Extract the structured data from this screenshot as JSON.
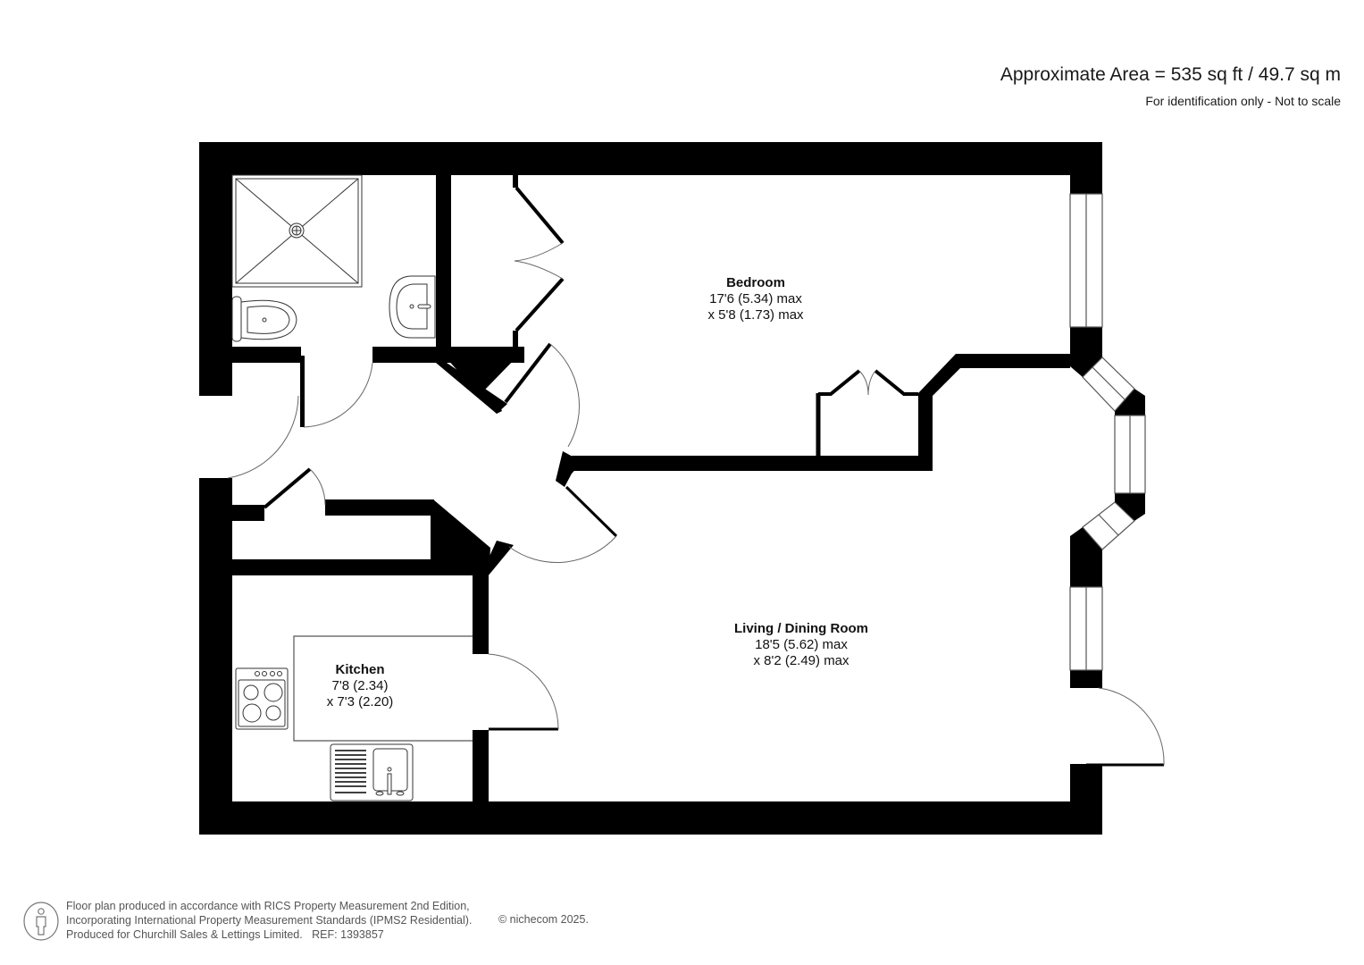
{
  "header": {
    "area": "Approximate Area = 535 sq ft / 49.7 sq m",
    "disclaimer": "For identification only - Not to scale"
  },
  "rooms": [
    {
      "id": "bedroom",
      "name": "Bedroom",
      "dim1": "17'6 (5.34) max",
      "dim2": "x 5'8 (1.73) max"
    },
    {
      "id": "living",
      "name": "Living / Dining Room",
      "dim1": "18'5 (5.62) max",
      "dim2": "x 8'2 (2.49) max"
    },
    {
      "id": "kitchen",
      "name": "Kitchen",
      "dim1": "7'8 (2.34)",
      "dim2": "x 7'3 (2.20)"
    }
  ],
  "fixtures": [
    "shower-tray",
    "toilet",
    "wash-basin",
    "wardrobe",
    "cupboard",
    "hob-oven",
    "sink-drainer",
    "bay-window",
    "windows",
    "doors"
  ],
  "footer": {
    "icon": "person-icon",
    "line1": "Floor plan produced in accordance with RICS Property Measurement 2nd Edition,",
    "line2": "Incorporating International Property Measurement Standards (IPMS2 Residential).",
    "line3": "Produced for Churchill Sales & Lettings Limited.   REF: 1393857",
    "copyright": "© nichecom 2025."
  },
  "colors": {
    "wall": "#000000",
    "line": "#555555",
    "background": "#ffffff",
    "text": "#1a1a1a"
  }
}
